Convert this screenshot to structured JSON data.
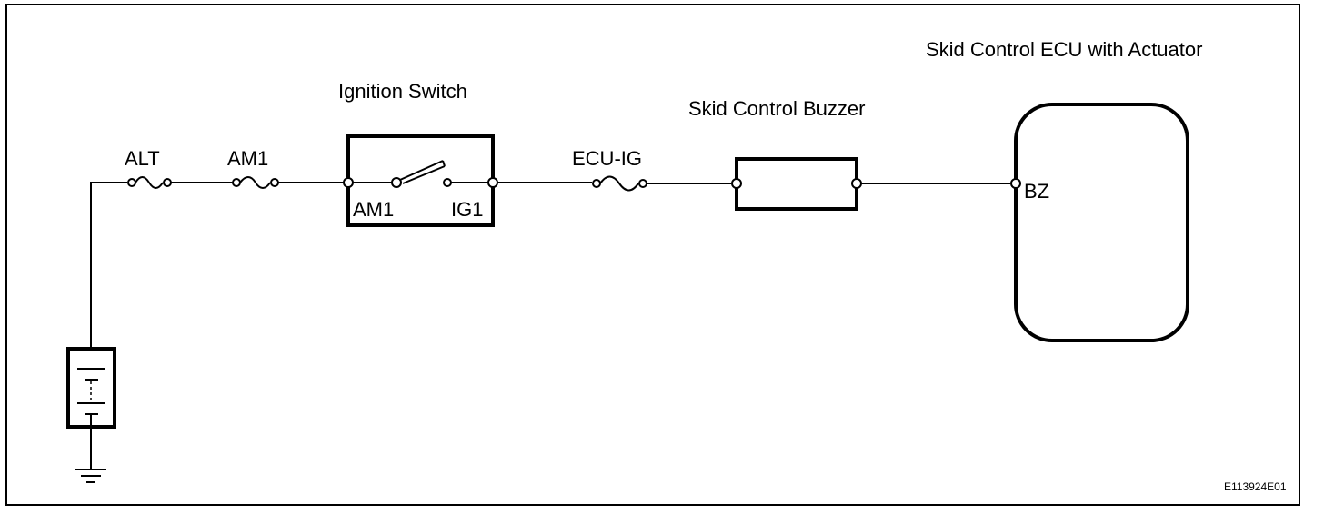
{
  "frame": {
    "code": "E113924E01"
  },
  "fuses": {
    "alt": "ALT",
    "am1": "AM1",
    "ecu_ig": "ECU-IG"
  },
  "ignition_switch": {
    "title": "Ignition Switch",
    "pin_in": "AM1",
    "pin_out": "IG1"
  },
  "buzzer": {
    "title": "Skid Control Buzzer"
  },
  "ecu": {
    "title": "Skid Control ECU with Actuator",
    "pin": "BZ"
  }
}
